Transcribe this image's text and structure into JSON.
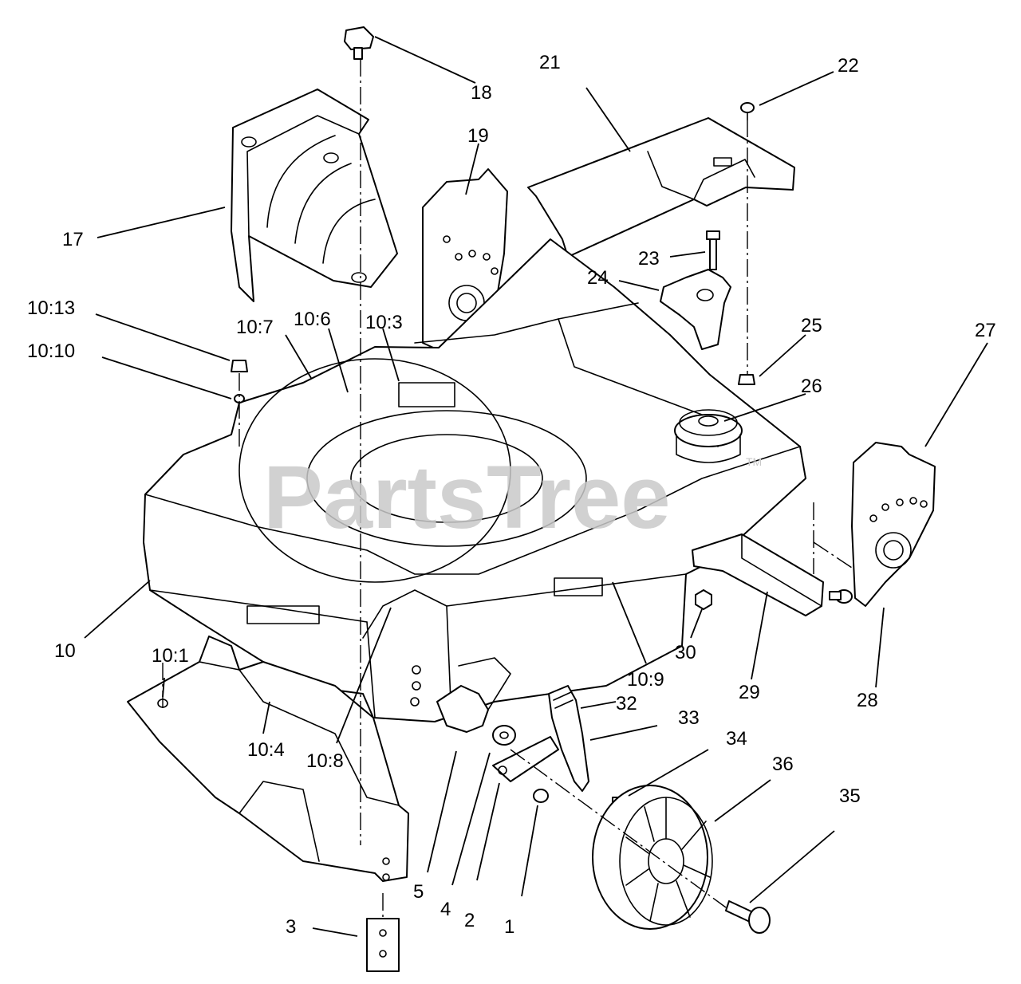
{
  "watermark": {
    "text": "PartsTree",
    "tm": "TM"
  },
  "callouts": [
    "18",
    "21",
    "22",
    "19",
    "17",
    "23",
    "24",
    "10:13",
    "10:7",
    "10:6",
    "10:3",
    "25",
    "27",
    "10:10",
    "26",
    "10",
    "30",
    "10:9",
    "29",
    "28",
    "10:1",
    "32",
    "33",
    "34",
    "36",
    "35",
    "10:4",
    "10:8",
    "5",
    "4",
    "2",
    "1",
    "3"
  ]
}
